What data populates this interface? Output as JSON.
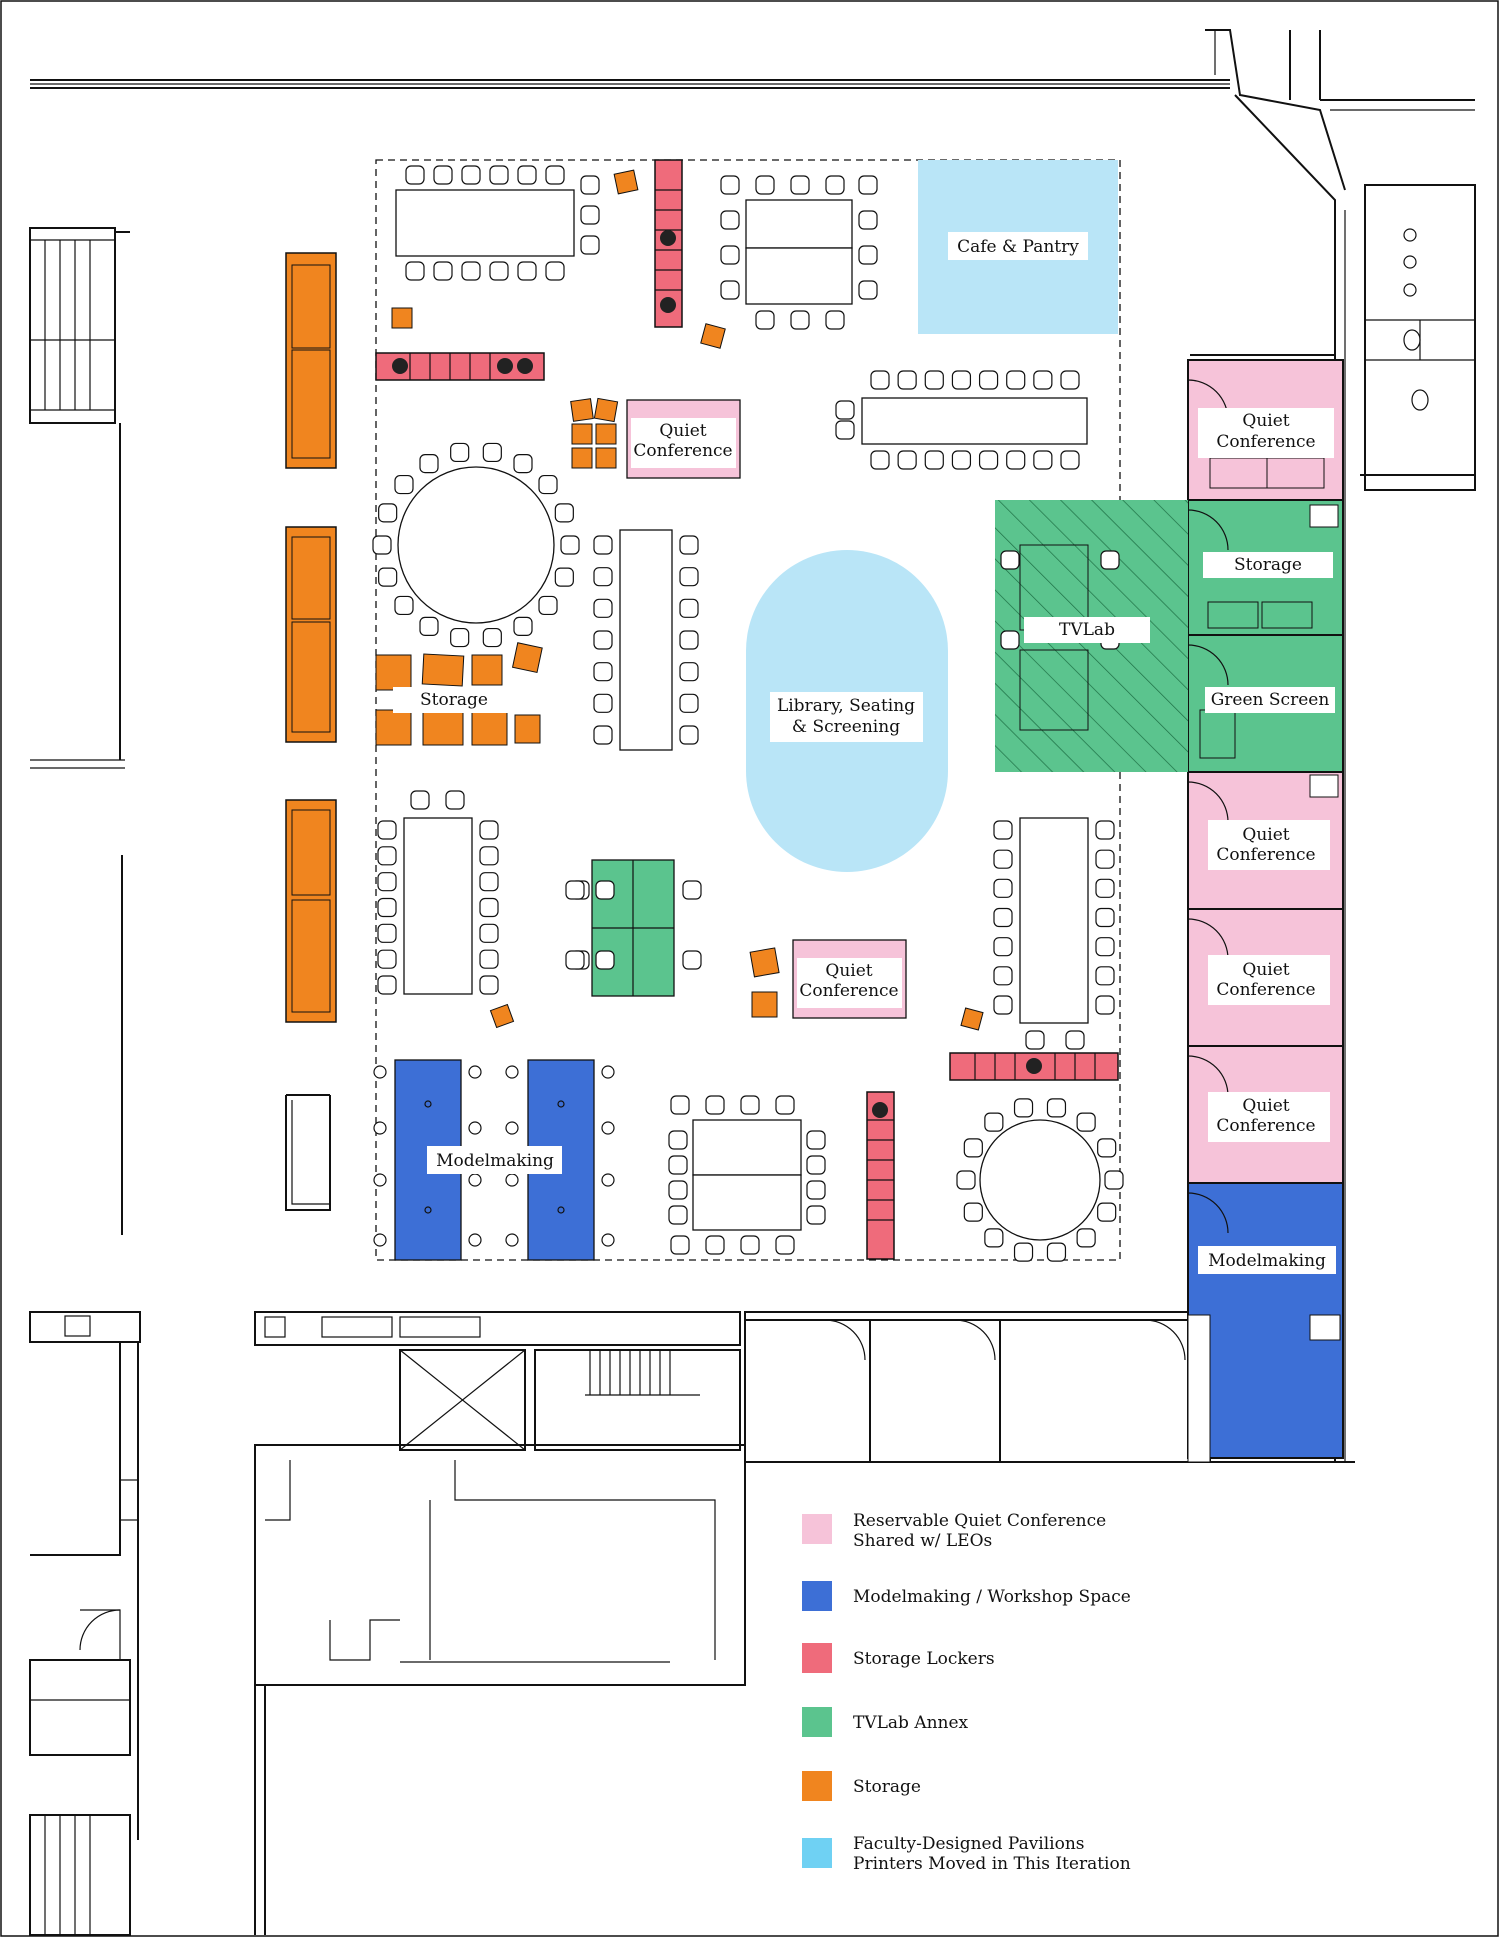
{
  "colors": {
    "quiet_conference": "#f6c3d9",
    "modelmaking": "#3d6fd6",
    "storage_lockers": "#ef6b7b",
    "tvlab": "#5bc48e",
    "storage": "#f0851f",
    "pavilions": "#b9e5f7"
  },
  "rooms": {
    "cafe": "Cafe & Pantry",
    "quiet_conf_1_l1": "Quiet",
    "quiet_conf_1_l2": "Conference",
    "quiet_conf_2_l1": "Quiet",
    "quiet_conf_2_l2": "Conference",
    "quiet_conf_3_l1": "Quiet",
    "quiet_conf_3_l2": "Conference",
    "quiet_conf_4_l1": "Quiet",
    "quiet_conf_4_l2": "Conference",
    "quiet_conf_5_l1": "Quiet",
    "quiet_conf_5_l2": "Conference",
    "quiet_conf_6_l1": "Quiet",
    "quiet_conf_6_l2": "Conference",
    "library_l1": "Library, Seating",
    "library_l2": "& Screening",
    "tvlab": "TVLab",
    "storage_east": "Storage",
    "storage_west": "Storage",
    "green_screen": "Green Screen",
    "modelmaking_main": "Modelmaking",
    "modelmaking_east": "Modelmaking"
  },
  "legend": [
    {
      "color": "#f6c3d9",
      "line1": "Reservable Quiet Conference",
      "line2": "Shared w/ LEOs"
    },
    {
      "color": "#3d6fd6",
      "line1": "Modelmaking / Workshop Space",
      "line2": ""
    },
    {
      "color": "#ef6b7b",
      "line1": "Storage Lockers",
      "line2": ""
    },
    {
      "color": "#5bc48e",
      "line1": "TVLab Annex",
      "line2": ""
    },
    {
      "color": "#f0851f",
      "line1": "Storage",
      "line2": ""
    },
    {
      "color": "#6fd1f3",
      "line1": "Faculty-Designed Pavilions",
      "line2": "Printers Moved in This Iteration"
    }
  ]
}
